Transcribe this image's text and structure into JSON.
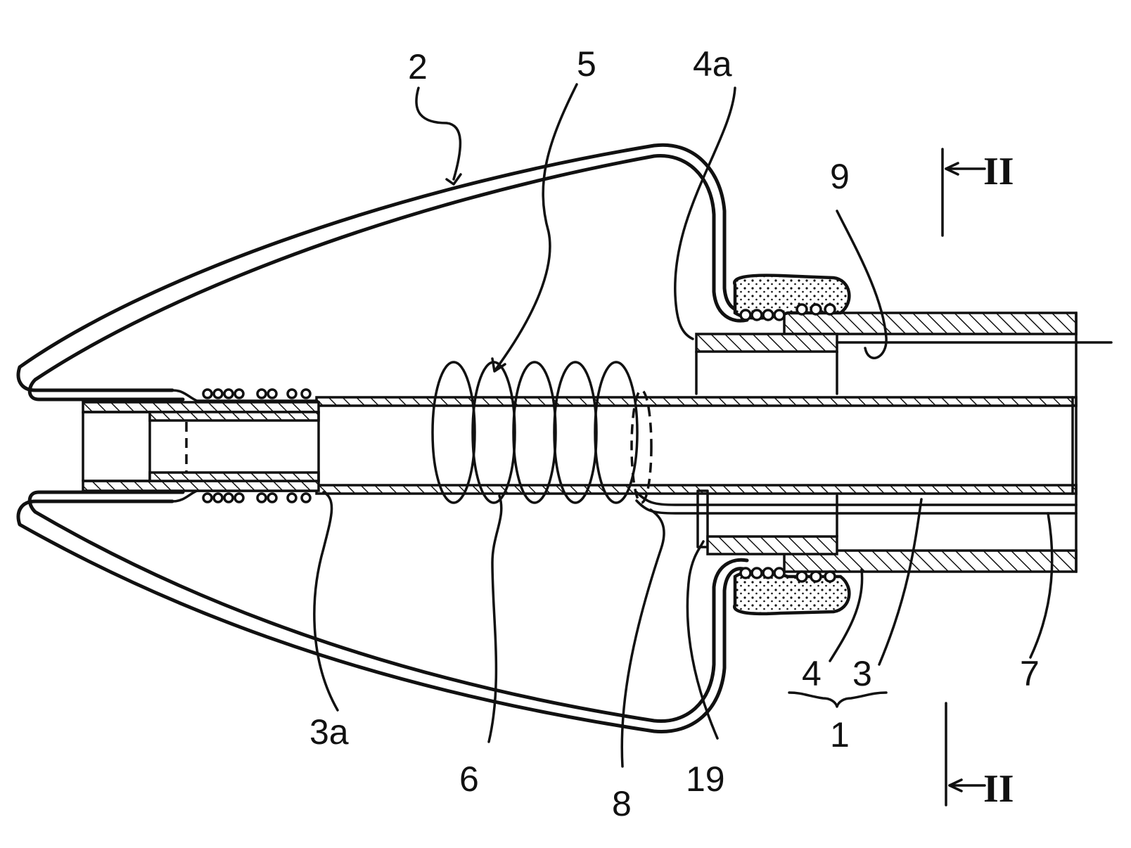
{
  "labels": {
    "l2": "2",
    "l5": "5",
    "l4a": "4a",
    "l9": "9",
    "l3a": "3a",
    "l6": "6",
    "l8": "8",
    "l19": "19",
    "l4": "4",
    "l3": "3",
    "l7": "7",
    "l1": "1"
  },
  "section_marks": {
    "top": "II",
    "bottom": "II"
  }
}
